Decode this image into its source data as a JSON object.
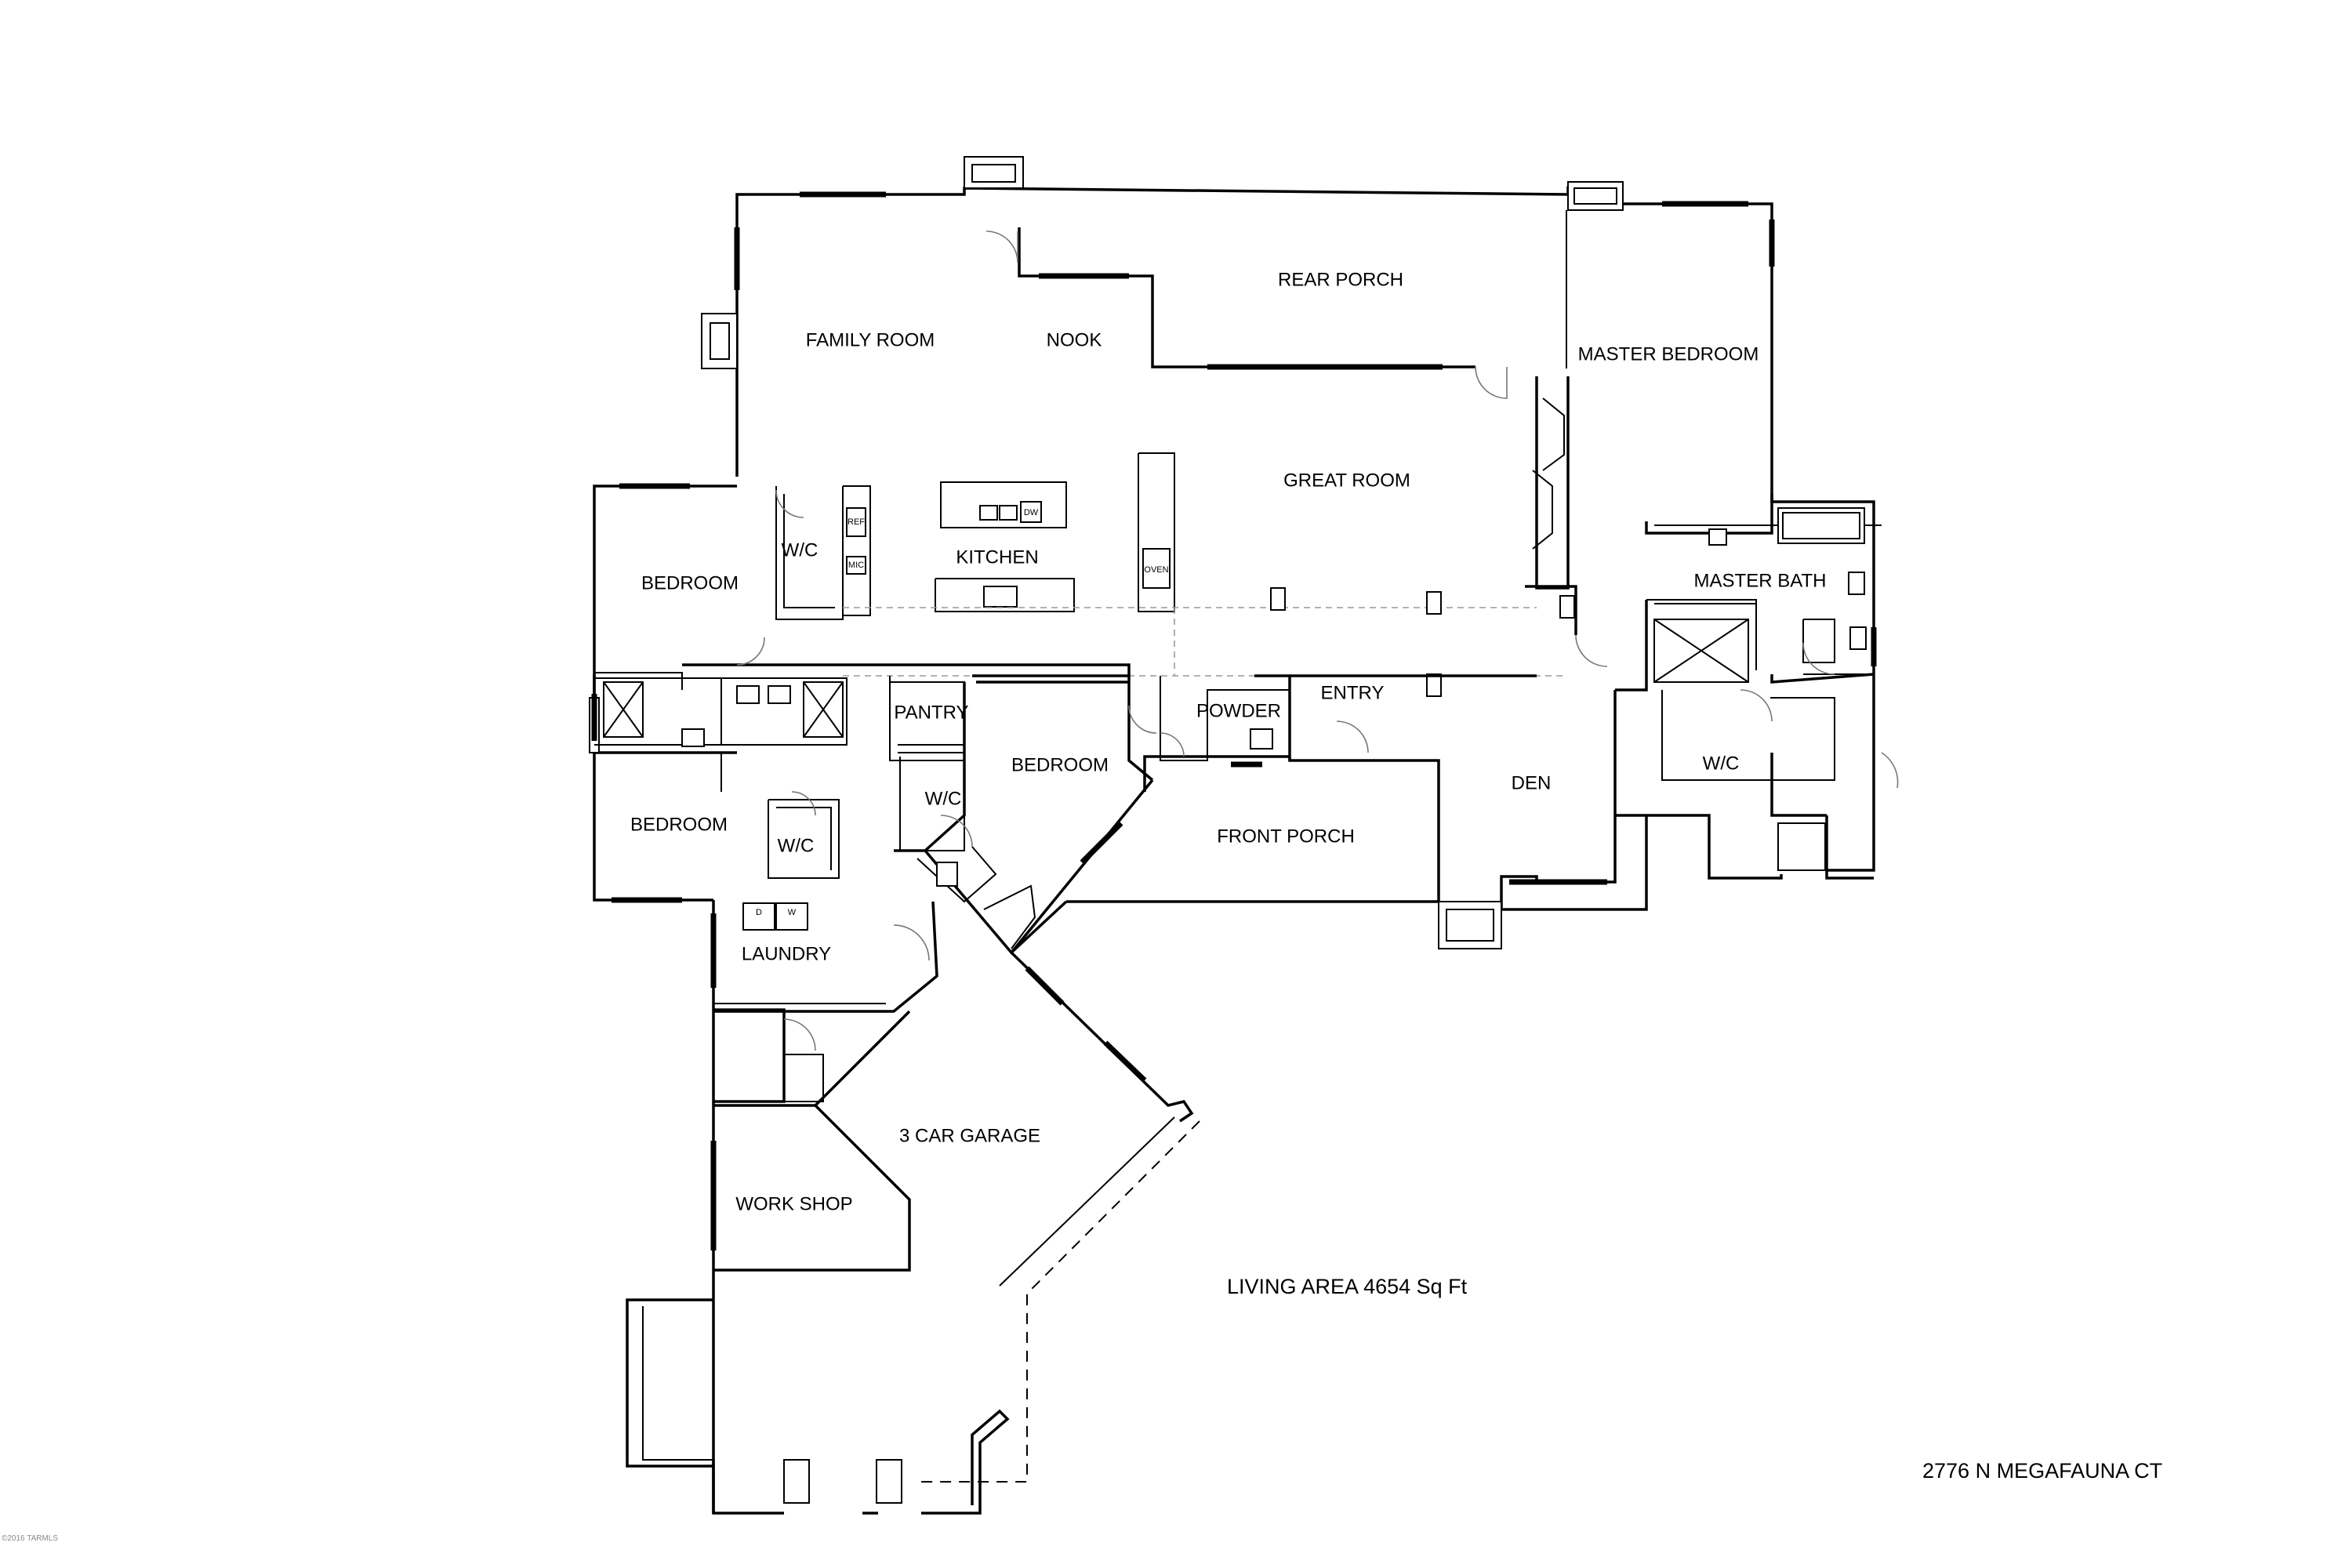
{
  "rooms": {
    "family_room": "FAMILY ROOM",
    "nook": "NOOK",
    "rear_porch": "REAR PORCH",
    "master_bedroom": "MASTER BEDROOM",
    "great_room": "GREAT ROOM",
    "kitchen": "KITCHEN",
    "bedroom_1": "BEDROOM",
    "wc_1": "W/C",
    "master_bath": "MASTER BATH",
    "pantry": "PANTRY",
    "powder": "POWDER",
    "entry": "ENTRY",
    "bedroom_2": "BEDROOM",
    "den": "DEN",
    "wc_master": "W/C",
    "wc_2": "W/C",
    "front_porch": "FRONT PORCH",
    "bedroom_3": "BEDROOM",
    "wc_3": "W/C",
    "laundry": "LAUNDRY",
    "garage": "3 CAR GARAGE",
    "work_shop": "WORK SHOP"
  },
  "appliances": {
    "ref": "REF",
    "mic": "MIC",
    "dw": "DW",
    "oven": "OVEN",
    "dryer": "D",
    "washer": "W"
  },
  "notes": {
    "living_area": "LIVING AREA 4654 Sq Ft",
    "address": "2776 N MEGAFAUNA CT",
    "copyright": "©2016 TARMLS"
  }
}
